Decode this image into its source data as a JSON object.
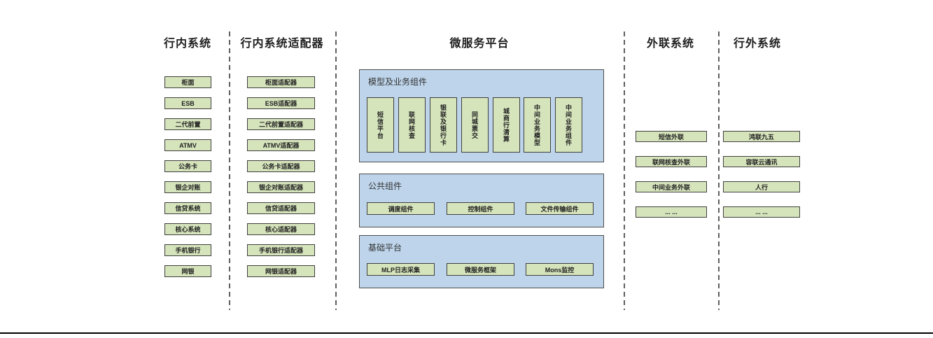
{
  "diagram": {
    "columns": {
      "internal": {
        "title": "行内系统",
        "items": [
          "柜面",
          "ESB",
          "二代前置",
          "ATMV",
          "公务卡",
          "银企对账",
          "信贷系统",
          "核心系统",
          "手机银行",
          "网银"
        ]
      },
      "adapters": {
        "title": "行内系统适配器",
        "items": [
          "柜面适配器",
          "ESB适配器",
          "二代前置适配器",
          "ATMV适配器",
          "公务卡适配器",
          "银企对账适配器",
          "信贷适配器",
          "核心适配器",
          "手机银行适配器",
          "网银适配器"
        ]
      },
      "platform": {
        "title": "微服务平台",
        "panels": [
          {
            "title": "模型及业务组件",
            "items": [
              "短信平台",
              "联网核查",
              "银联及银行卡",
              "同城票交",
              "城商行清算",
              "中间业务模型",
              "中间业务组件"
            ]
          },
          {
            "title": "公共组件",
            "items": [
              "调度组件",
              "控制组件",
              "文件传输组件"
            ]
          },
          {
            "title": "基础平台",
            "items": [
              "MLP日志采集",
              "微服务框架",
              "Mons监控"
            ]
          }
        ]
      },
      "outreach": {
        "title": "外联系统",
        "items": [
          "短信外联",
          "联网核查外联",
          "中间业务外联",
          "... ..."
        ]
      },
      "external": {
        "title": "行外系统",
        "items": [
          "鸿联九五",
          "容联云通讯",
          "人行",
          "... ..."
        ]
      }
    },
    "colors": {
      "box_fill": "#d6e4bc",
      "box_border": "#3f3f3f",
      "panel_fill": "#bdd4ea",
      "panel_border": "#4d4d4d",
      "separator": "#5f5f5f",
      "bottom_rule": "#000000"
    }
  }
}
